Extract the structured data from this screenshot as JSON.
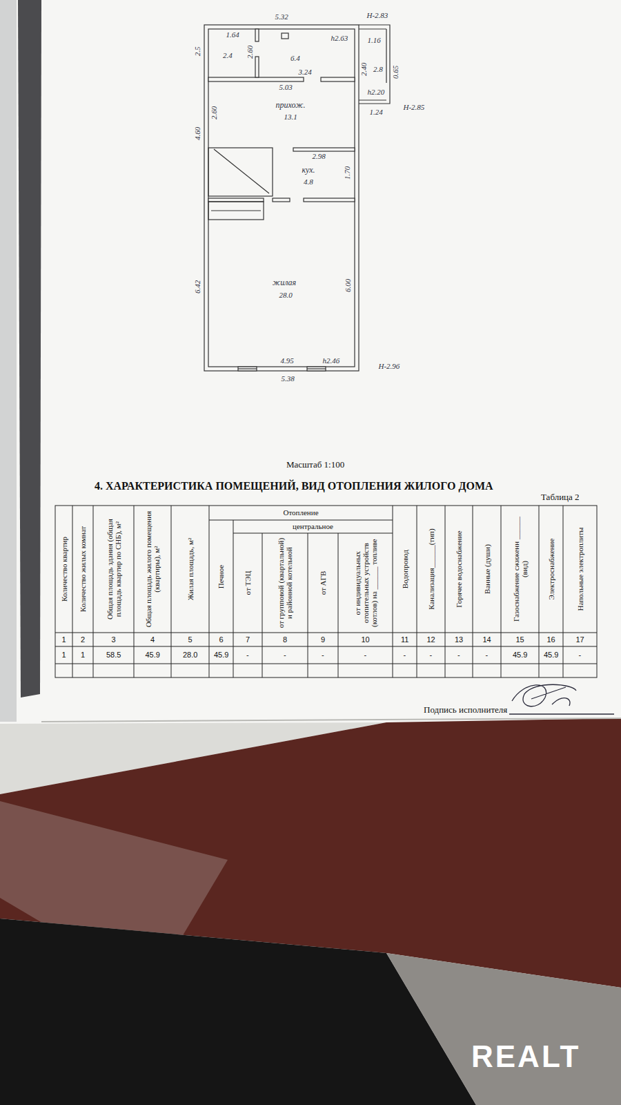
{
  "diagram": {
    "nodes": [
      {
        "text": [
          "2.4"
        ]
      },
      {
        "text": [
          "6.4"
        ]
      },
      {
        "text": [
          "прихож.",
          "13.1"
        ]
      },
      {
        "text": [
          "кух.",
          "4.8"
        ]
      },
      {
        "text": [
          "жилая",
          "28.0"
        ]
      }
    ],
    "labels": [
      "5.32",
      "1.64",
      "2.60",
      "h2.63",
      "Н-2.83",
      "1.16",
      "2.5",
      "3.24",
      "5.03",
      "2.40",
      "2.8",
      "0.65",
      "h2.20",
      "1.24",
      "Н-2.85",
      "4.60",
      "2.60",
      "2.98",
      "1.70",
      "6.42",
      "6.00",
      "4.95",
      "h2.46",
      "Н-2.96",
      "5.38",
      "Масштаб 1:100",
      "4. ХАРАКТЕРИСТИКА ПОМЕЩЕНИЙ, ВИД ОТОПЛЕНИЯ ЖИЛОГО ДОМА",
      "Таблица 2",
      "Количество квартир",
      "Количество жилых комнат",
      "Общая площадь здания (общая площадь квартир по СНБ), м²",
      "Общая площадь жилого помещения (квартиры), м²",
      "Жилая площадь, м²",
      "Отопление",
      "Печное",
      "центральное",
      "от ТЭЦ",
      "от групповой (квартальной) и районной котельной",
      "от АГВ",
      "от индивидуальных отопительных устройств (котлов) на ______ топливе",
      "Водопровод",
      "Канализация______(тип)",
      "Горячее водоснабжение",
      "Ванные (души)",
      "Газоснабжение сжиженн ______ (вид)",
      "Электроснабжение",
      "Напольные электроплиты",
      "1",
      "2",
      "3",
      "4",
      "5",
      "6",
      "7",
      "8",
      "9",
      "10",
      "11",
      "12",
      "13",
      "14",
      "15",
      "16",
      "17",
      "1",
      "1",
      "58.5",
      "45.9",
      "28.0",
      "45.9",
      "-",
      "-",
      "-",
      "-",
      "-",
      "-",
      "-",
      "-",
      "45.9",
      "45.9",
      "-",
      "Подпись исполнителя",
      "REALT"
    ]
  }
}
